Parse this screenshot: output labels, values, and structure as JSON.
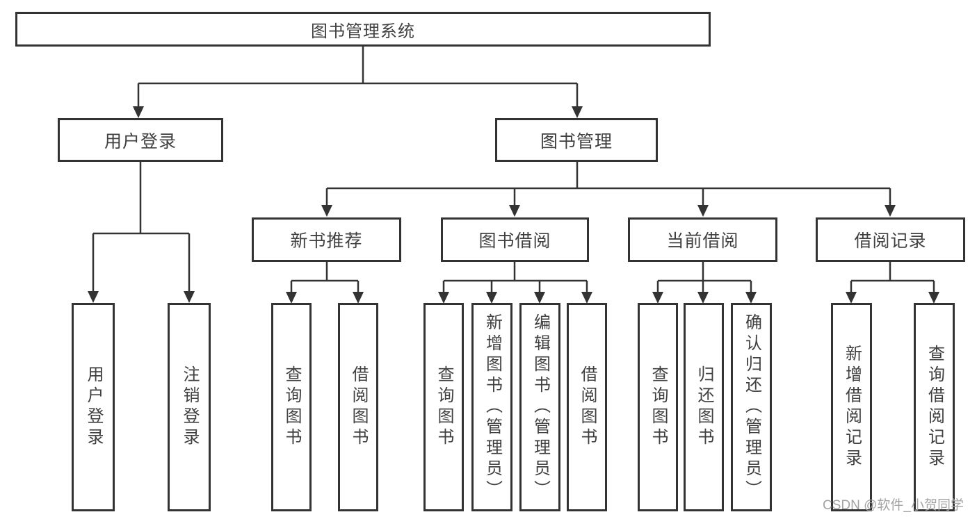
{
  "colors": {
    "line": "#333333",
    "box_border": "#333333",
    "text": "#404040",
    "watermark": "#a3a3a3",
    "background": "#ffffff"
  },
  "nodes": {
    "root": "图书管理系统",
    "user_login": "用户登录",
    "book_mgmt": "图书管理",
    "new_book_rec": "新书推荐",
    "book_borrow": "图书借阅",
    "current_borrow": "当前借阅",
    "borrow_records": "借阅记录",
    "ul_login": "用户登录",
    "ul_logout": "注销登录",
    "nr_query": "查询图书",
    "nr_borrow": "借阅图书",
    "bb_query": "查询图书",
    "bb_add": "新增图书（管理员）",
    "bb_edit": "编辑图书（管理员）",
    "bb_borrow": "借阅图书",
    "cb_query": "查询图书",
    "cb_return": "归还图书",
    "cb_confirm": "确认归还（管理员）",
    "br_add": "新增借阅记录",
    "br_query": "查询借阅记录"
  },
  "watermark": "CSDN @软件_小贺同学"
}
